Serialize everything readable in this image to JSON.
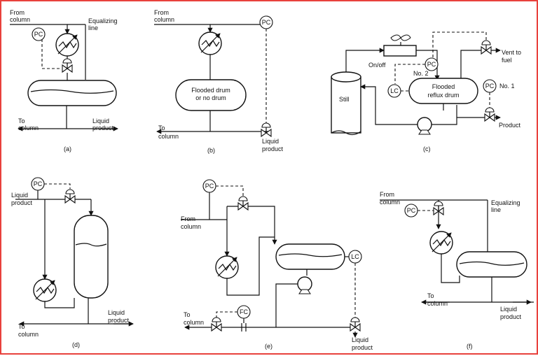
{
  "a": {
    "from": [
      "From",
      "column"
    ],
    "pc": "PC",
    "eq": [
      "Equalizing",
      "line"
    ],
    "to": [
      "To",
      "column"
    ],
    "liq": [
      "Liquid",
      "product"
    ],
    "cap": "(a)"
  },
  "b": {
    "from": [
      "From",
      "column"
    ],
    "pc": "PC",
    "drum": [
      "Flooded drum",
      "or no drum"
    ],
    "to": [
      "To",
      "column"
    ],
    "liq": [
      "Liquid",
      "product"
    ],
    "cap": "(b)"
  },
  "c": {
    "still": "Still",
    "onoff": "On/off",
    "no2": "No. 2",
    "pc": "PC",
    "lc": "LC",
    "drum": [
      "Flooded",
      "reflux drum"
    ],
    "no1": "No. 1",
    "vent": [
      "Vent to",
      "fuel"
    ],
    "product": "Product",
    "cap": "(c)"
  },
  "d": {
    "pc": "PC",
    "liq1": [
      "Liquid",
      "product"
    ],
    "liq2": [
      "Liquid",
      "product"
    ],
    "to": [
      "To",
      "column"
    ],
    "cap": "(d)"
  },
  "e": {
    "pc": "PC",
    "from": [
      "From",
      "column"
    ],
    "lc": "LC",
    "fc": "FC",
    "to": [
      "To",
      "column"
    ],
    "liq": [
      "Liquid",
      "product"
    ],
    "cap": "(e)"
  },
  "f": {
    "from": [
      "From",
      "column"
    ],
    "pc": "PC",
    "eq": [
      "Equalizing",
      "line"
    ],
    "to": [
      "To",
      "column"
    ],
    "liq": [
      "Liquid",
      "product"
    ],
    "cap": "(f)"
  }
}
